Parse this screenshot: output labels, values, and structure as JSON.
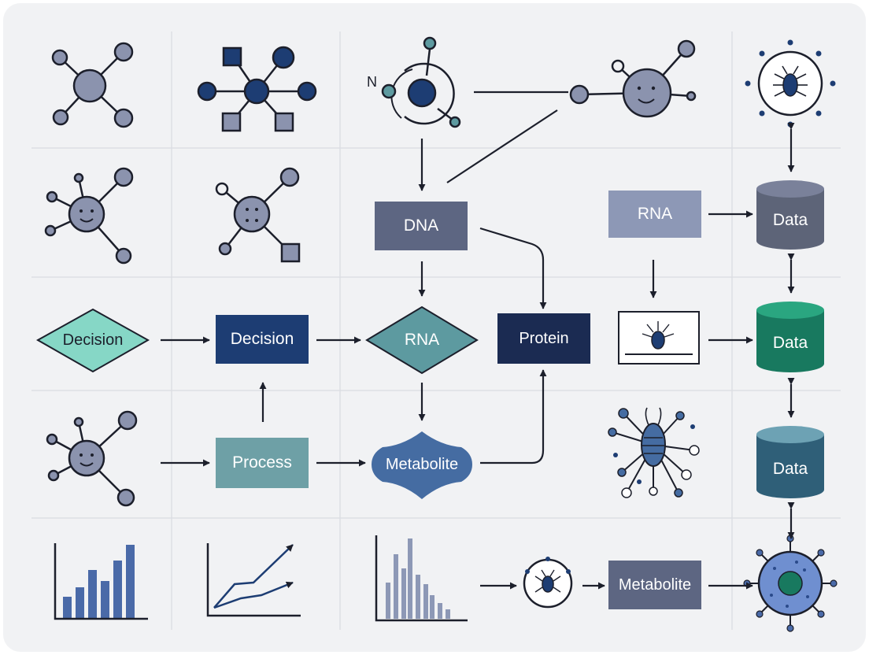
{
  "labels": {
    "dna": "DNA",
    "rna_box": "RNA",
    "decision_diamond": "Decision",
    "decision_box": "Decision",
    "rna_diamond": "RNA",
    "protein": "Protein",
    "process": "Process",
    "metabolite_shape": "Metabolite",
    "metabolite_box": "Metabolite",
    "data_1": "Data",
    "data_2": "Data",
    "data_3": "Data",
    "atom_letter": "N"
  },
  "colors": {
    "background": "#f1f2f4",
    "grid": "#d9dce1",
    "arrow": "#1c1f2b",
    "navy": "#1d3d73",
    "navy_dark": "#1b2b52",
    "slate": "#5d6682",
    "slate_light": "#8d98b6",
    "node_gray": "#8b93ae",
    "mint": "#86d7c6",
    "teal_diamond": "#5d9aa0",
    "sage": "#6ea0a6",
    "blue_shape": "#456ca2",
    "green_cyl": "#18795f",
    "teal_cyl": "#2f5f78",
    "gray_cyl": "#5d6478",
    "bar_blue": "#4a6aa8"
  },
  "icons": [
    "network-node-icon",
    "network-square-node-icon",
    "atom-node-icon",
    "smiley-node-icon",
    "microbe-circle-icon",
    "bug-monitor-icon",
    "bacteria-cluster-icon",
    "virus-cell-icon",
    "bar-chart-icon",
    "line-chart-icon",
    "histogram-icon",
    "database-icon"
  ]
}
